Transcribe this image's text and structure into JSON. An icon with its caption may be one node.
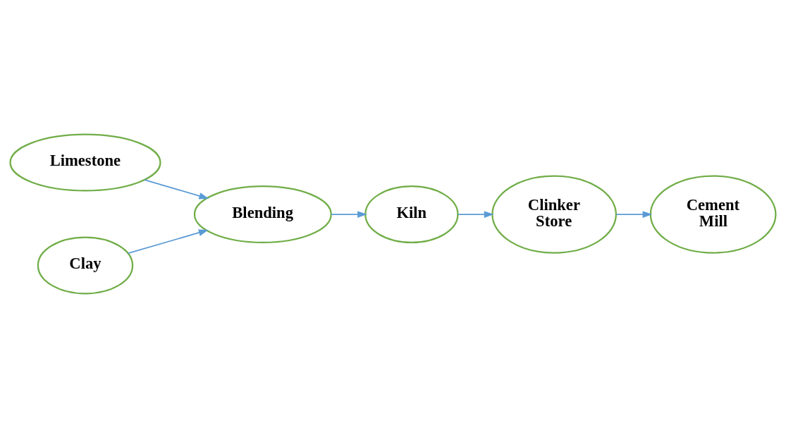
{
  "diagram": {
    "nodes": [
      {
        "text": [
          "Limestone"
        ]
      },
      {
        "text": [
          "Blending"
        ]
      },
      {
        "text": [
          "Kiln"
        ]
      },
      {
        "text": [
          "Clinker Store"
        ]
      },
      {
        "text": [
          "Cement Mill"
        ]
      },
      {
        "text": [
          "Clay"
        ]
      }
    ],
    "edges": [
      {
        "from": 0,
        "to": 1,
        "arrow": "to"
      },
      {
        "from": 5,
        "to": 1,
        "arrow": "to"
      },
      {
        "from": 1,
        "to": 2,
        "arrow": "to"
      },
      {
        "from": 2,
        "to": 3,
        "arrow": "to"
      },
      {
        "from": 3,
        "to": 4,
        "arrow": "to"
      }
    ]
  }
}
